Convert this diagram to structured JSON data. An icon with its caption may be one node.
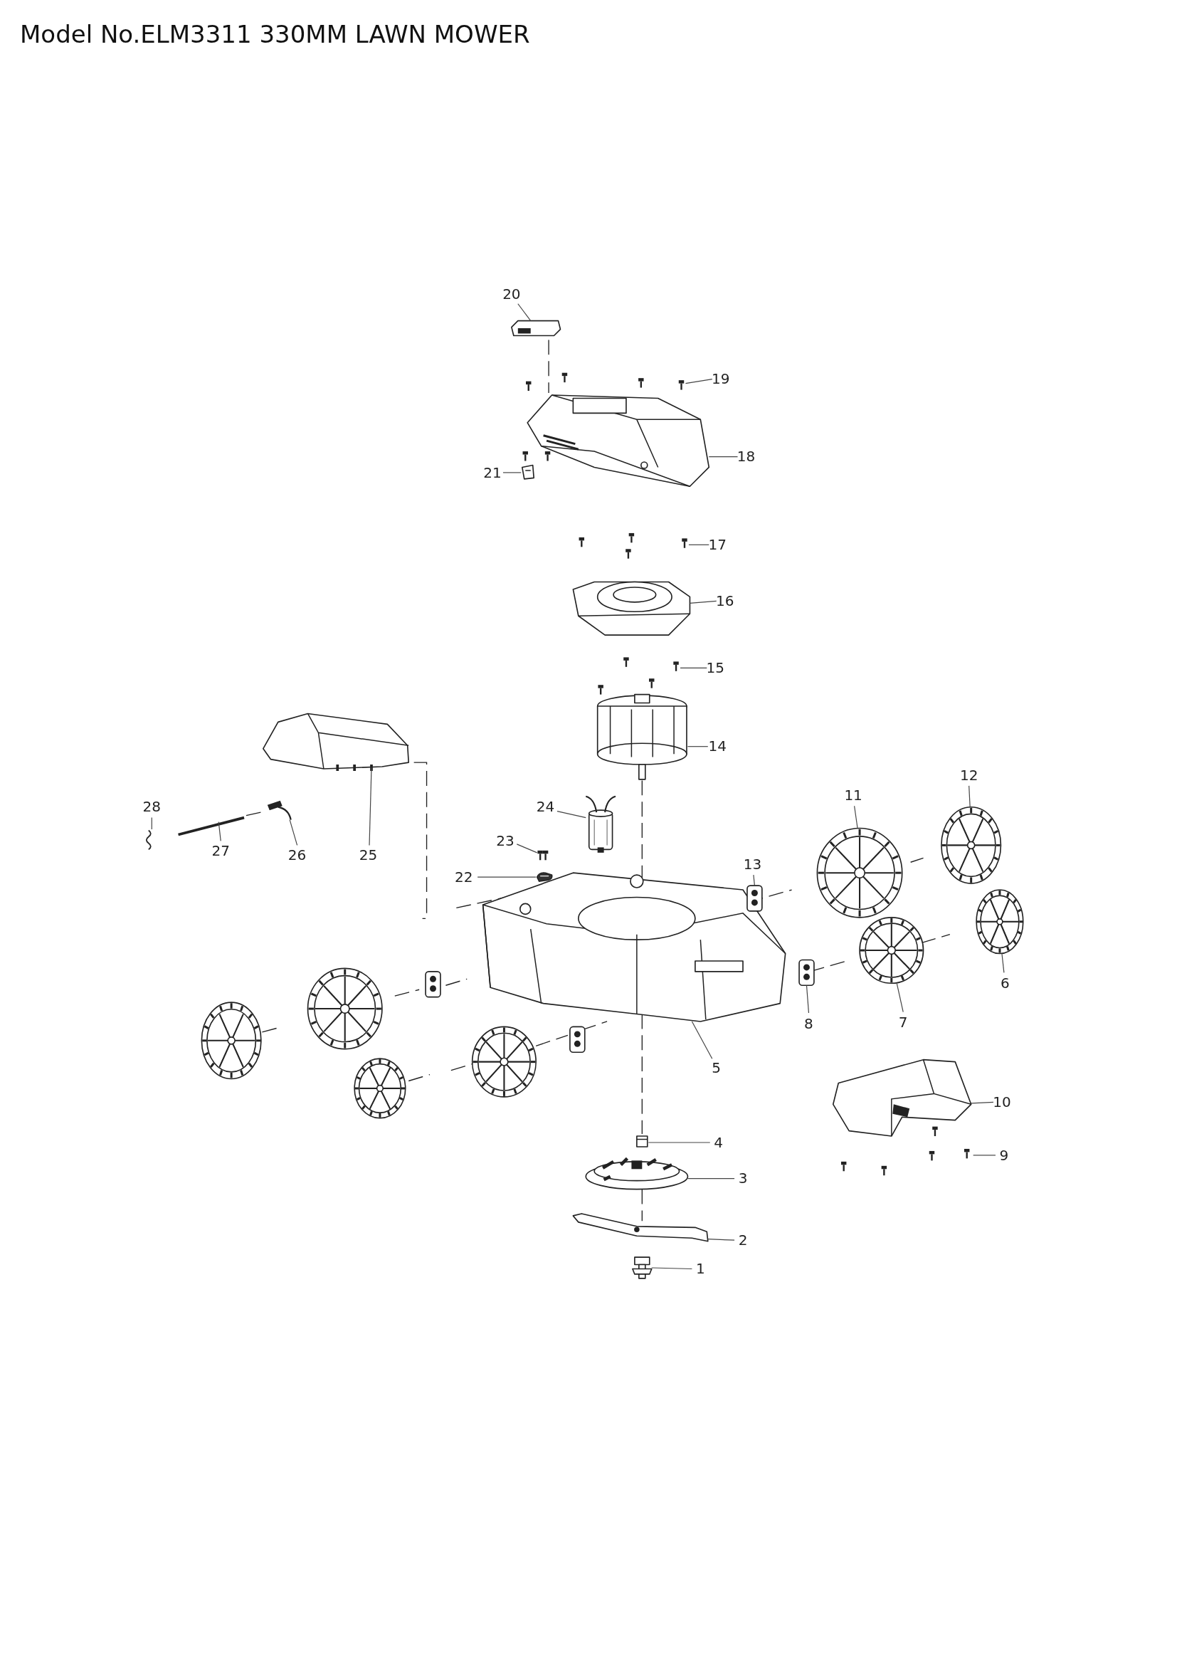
{
  "diagram": {
    "title": "Model No.ELM3311 330MM LAWN MOWER",
    "nodes": [
      {
        "text": [
          "1"
        ]
      },
      {
        "text": [],
        "shape": "picture"
      },
      {
        "text": [
          "2"
        ]
      },
      {
        "text": [],
        "shape": "picture"
      },
      {
        "text": [
          "3"
        ]
      },
      {
        "text": [],
        "shape": "picture"
      },
      {
        "text": [
          "4"
        ]
      },
      {
        "text": [],
        "shape": "picture"
      },
      {
        "text": [
          "5"
        ]
      },
      {
        "text": [],
        "shape": "picture"
      },
      {
        "text": [
          "6"
        ]
      },
      {
        "text": [],
        "shape": "picture"
      },
      {
        "text": [
          "7"
        ]
      },
      {
        "text": [],
        "shape": "picture"
      },
      {
        "text": [
          "8"
        ]
      },
      {
        "text": [],
        "shape": "picture"
      },
      {
        "text": [
          "9"
        ]
      },
      {
        "text": [],
        "shape": "picture"
      },
      {
        "text": [
          "10"
        ]
      },
      {
        "text": [],
        "shape": "picture"
      },
      {
        "text": [
          "11"
        ]
      },
      {
        "text": [],
        "shape": "picture"
      },
      {
        "text": [
          "12"
        ]
      },
      {
        "text": [],
        "shape": "picture"
      },
      {
        "text": [
          "13"
        ]
      },
      {
        "text": [],
        "shape": "picture"
      },
      {
        "text": [
          "14"
        ]
      },
      {
        "text": [],
        "shape": "picture"
      },
      {
        "text": [
          "15"
        ]
      },
      {
        "text": [],
        "shape": "picture"
      },
      {
        "text": [
          "16"
        ]
      },
      {
        "text": [],
        "shape": "picture"
      },
      {
        "text": [
          "17"
        ]
      },
      {
        "text": [],
        "shape": "picture"
      },
      {
        "text": [
          "18"
        ]
      },
      {
        "text": [],
        "shape": "picture"
      },
      {
        "text": [
          "19"
        ]
      },
      {
        "text": [],
        "shape": "picture"
      },
      {
        "text": [
          "20"
        ]
      },
      {
        "text": [],
        "shape": "picture"
      },
      {
        "text": [
          "21"
        ]
      },
      {
        "text": [],
        "shape": "picture"
      },
      {
        "text": [
          "22"
        ]
      },
      {
        "text": [],
        "shape": "picture"
      },
      {
        "text": [
          "23"
        ]
      },
      {
        "text": [],
        "shape": "picture"
      },
      {
        "text": [
          "24"
        ]
      },
      {
        "text": [],
        "shape": "picture"
      },
      {
        "text": [
          "25"
        ]
      },
      {
        "text": [],
        "shape": "picture"
      },
      {
        "text": [
          "26"
        ]
      },
      {
        "text": [],
        "shape": "picture"
      },
      {
        "text": [
          "27"
        ]
      },
      {
        "text": [],
        "shape": "picture"
      },
      {
        "text": [
          "28"
        ]
      },
      {
        "text": [],
        "shape": "picture"
      }
    ],
    "edges": [
      {
        "from": 0,
        "to": 1,
        "arrow": "none"
      },
      {
        "from": 2,
        "to": 3,
        "arrow": "none"
      },
      {
        "from": 4,
        "to": 5,
        "arrow": "none"
      },
      {
        "from": 6,
        "to": 7,
        "arrow": "none"
      },
      {
        "from": 8,
        "to": 9,
        "arrow": "none"
      },
      {
        "from": 10,
        "to": 11,
        "arrow": "none"
      },
      {
        "from": 12,
        "to": 13,
        "arrow": "none"
      },
      {
        "from": 14,
        "to": 15,
        "arrow": "none"
      },
      {
        "from": 16,
        "to": 17,
        "arrow": "none"
      },
      {
        "from": 18,
        "to": 19,
        "arrow": "none"
      },
      {
        "from": 20,
        "to": 21,
        "arrow": "none"
      },
      {
        "from": 22,
        "to": 23,
        "arrow": "none"
      },
      {
        "from": 24,
        "to": 25,
        "arrow": "none"
      },
      {
        "from": 26,
        "to": 27,
        "arrow": "none"
      },
      {
        "from": 28,
        "to": 29,
        "arrow": "none"
      },
      {
        "from": 30,
        "to": 31,
        "arrow": "none"
      },
      {
        "from": 32,
        "to": 33,
        "arrow": "none"
      },
      {
        "from": 34,
        "to": 35,
        "arrow": "none"
      },
      {
        "from": 36,
        "to": 37,
        "arrow": "none"
      },
      {
        "from": 38,
        "to": 39,
        "arrow": "none"
      },
      {
        "from": 40,
        "to": 41,
        "arrow": "none"
      },
      {
        "from": 42,
        "to": 43,
        "arrow": "none"
      },
      {
        "from": 44,
        "to": 45,
        "arrow": "none"
      },
      {
        "from": 46,
        "to": 47,
        "arrow": "none"
      },
      {
        "from": 48,
        "to": 49,
        "arrow": "none"
      },
      {
        "from": 50,
        "to": 51,
        "arrow": "none"
      },
      {
        "from": 52,
        "to": 53,
        "arrow": "none"
      },
      {
        "from": 54,
        "to": 55,
        "arrow": "none"
      }
    ]
  }
}
